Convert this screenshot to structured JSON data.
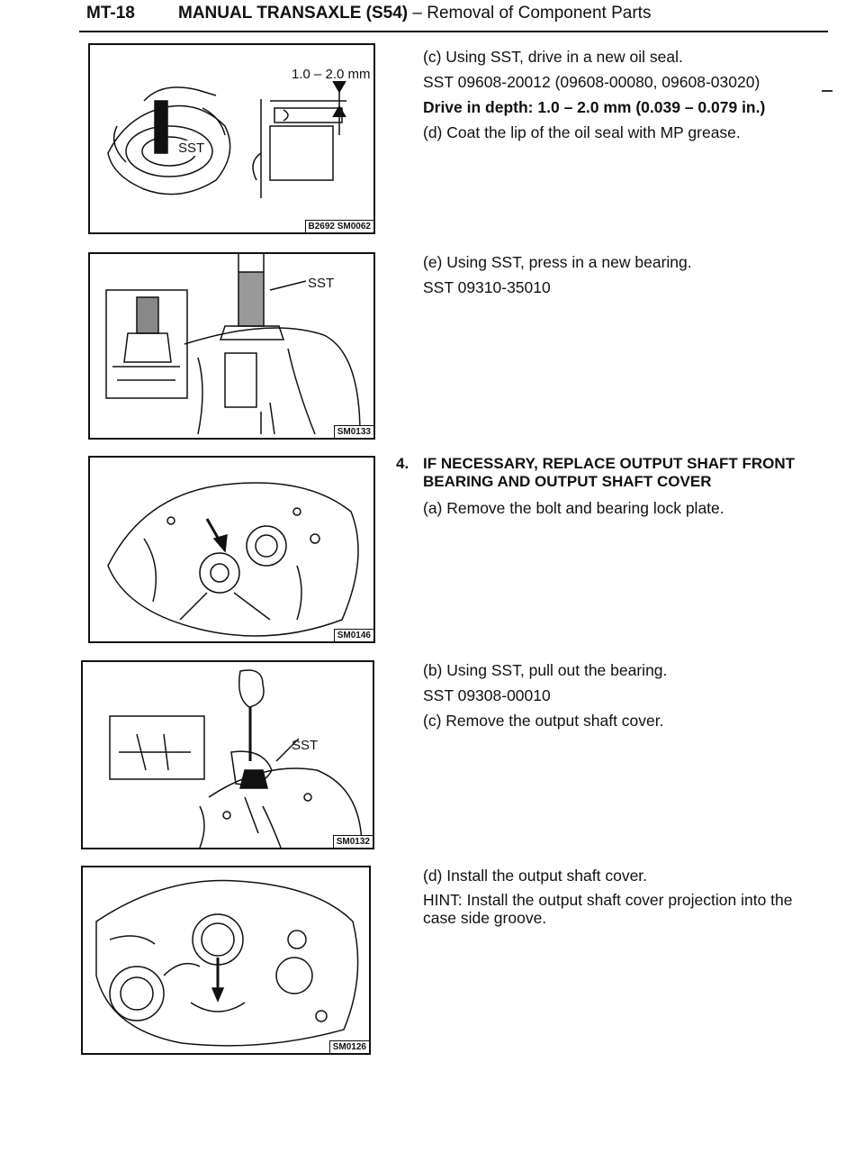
{
  "header": {
    "page_number": "MT-18",
    "title": "MANUAL TRANSAXLE (S54)",
    "subtitle": " – Removal of Component Parts"
  },
  "figures": [
    {
      "code": "B2692 SM0062",
      "labels": {
        "dim": "1.0 – 2.0 mm",
        "sst": "SST"
      }
    },
    {
      "code": "SM0133",
      "labels": {
        "sst": "SST"
      }
    },
    {
      "code": "SM0146",
      "labels": {}
    },
    {
      "code": "SM0132",
      "labels": {
        "sst": "SST"
      }
    },
    {
      "code": "SM0126",
      "labels": {}
    }
  ],
  "steps": {
    "c1": "(c)  Using SST, drive in a new oil seal.",
    "sst1": "SST 09608-20012 (09608-00080, 09608-03020)",
    "depth_label": "Drive in depth:",
    "depth_value": "  1.0 – 2.0 mm (0.039 – 0.079 in.)",
    "d1": "(d)  Coat the lip of the oil seal with MP grease.",
    "e": "(e)  Using SST, press in a new bearing.",
    "sst2": "SST 09310-35010",
    "section_num": "4.",
    "section_title": "IF NECESSARY, REPLACE OUTPUT SHAFT FRONT BEARING AND OUTPUT SHAFT COVER",
    "a": "(a)  Remove the bolt and bearing lock plate.",
    "b": "(b)  Using SST, pull out the bearing.",
    "sst3": "SST 09308-00010",
    "c2": "(c)  Remove the output shaft cover.",
    "d2": "(d)  Install the output shaft cover.",
    "hint": "HINT:   Install the output shaft cover projection into the case side groove."
  }
}
